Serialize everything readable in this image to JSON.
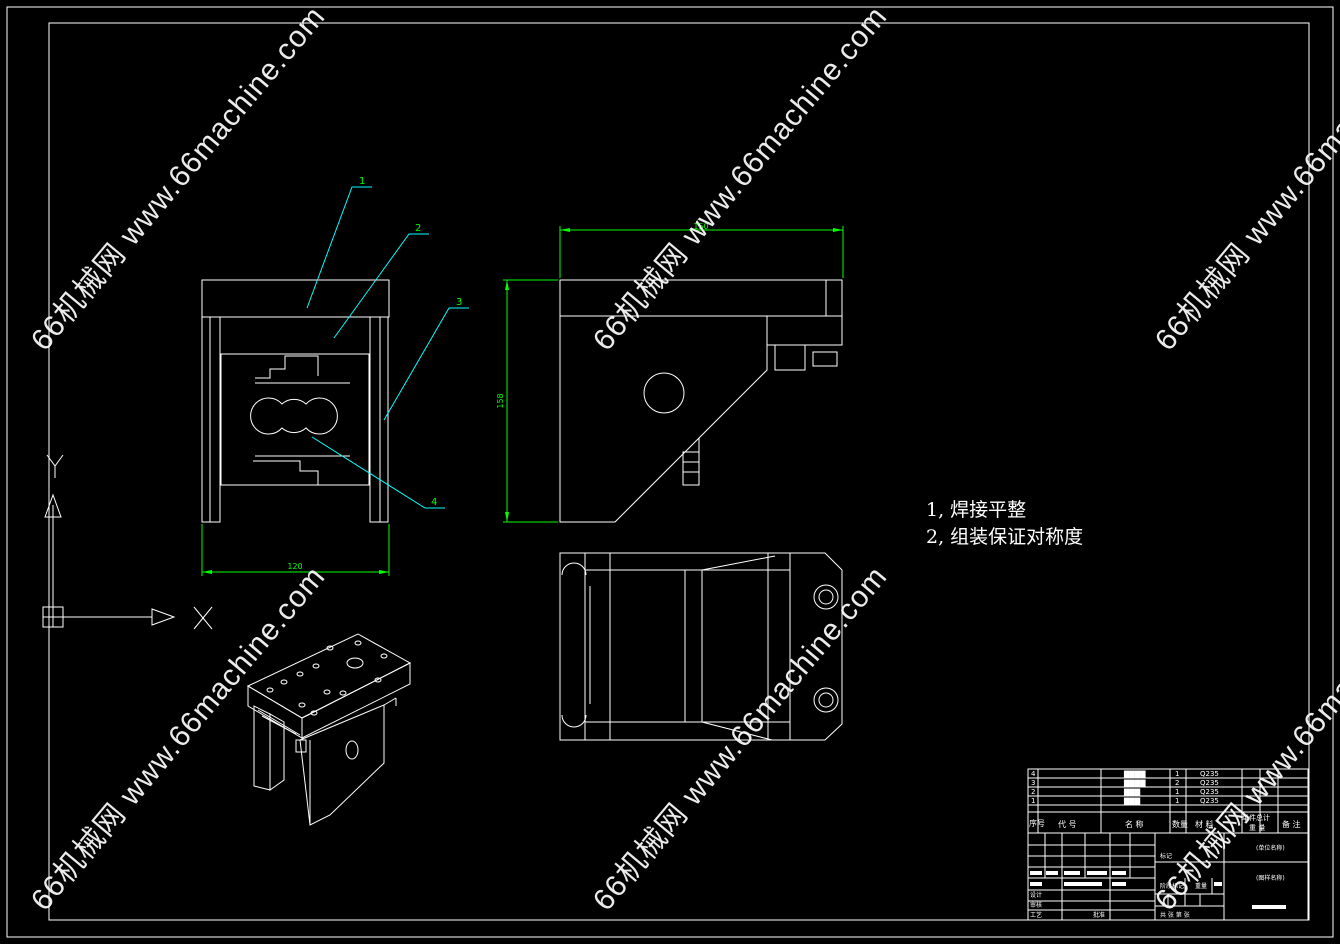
{
  "drawing": {
    "dimensions": {
      "front_width": "120",
      "side_width": "150",
      "side_height": "158"
    },
    "balloons": [
      "1",
      "2",
      "3",
      "4"
    ],
    "axes": {
      "x_label": "X",
      "y_label": "Y"
    },
    "notes": [
      "1, 焊接平整",
      "2, 组装保证对称度"
    ]
  },
  "title_block": {
    "bom_rows": [
      {
        "no": "4",
        "name": "▇▇▇▇",
        "qty": "1",
        "material": "Q235"
      },
      {
        "no": "3",
        "name": "▇▇▇▇",
        "qty": "2",
        "material": "Q235"
      },
      {
        "no": "2",
        "name": "▇▇▇",
        "qty": "1",
        "material": "Q235"
      },
      {
        "no": "1",
        "name": "▇▇▇",
        "qty": "1",
        "material": "Q235"
      }
    ],
    "bom_header": {
      "no": "序号",
      "code": "代 号",
      "name": "名 称",
      "qty": "数量",
      "material": "材 料",
      "weight": "单件总计",
      "weight_sub": "重 量",
      "remark": "备 注"
    },
    "unit_name": "(单位名称)",
    "drawing_name": "(图样名称)",
    "marks_label": "阶段标记",
    "weight_label": "重量",
    "scale_label": "比例",
    "sheets_label": "共 张 第 张",
    "review_label": "审核",
    "process_label": "工艺",
    "approve_label": "批准",
    "design_label": "设计",
    "mark_label": "标记"
  },
  "watermark": "66机械网 www.66machine.com",
  "colors": {
    "line": "#ffffff",
    "dim": "#00ff00",
    "leader": "#00ffff",
    "bg": "#000000"
  }
}
